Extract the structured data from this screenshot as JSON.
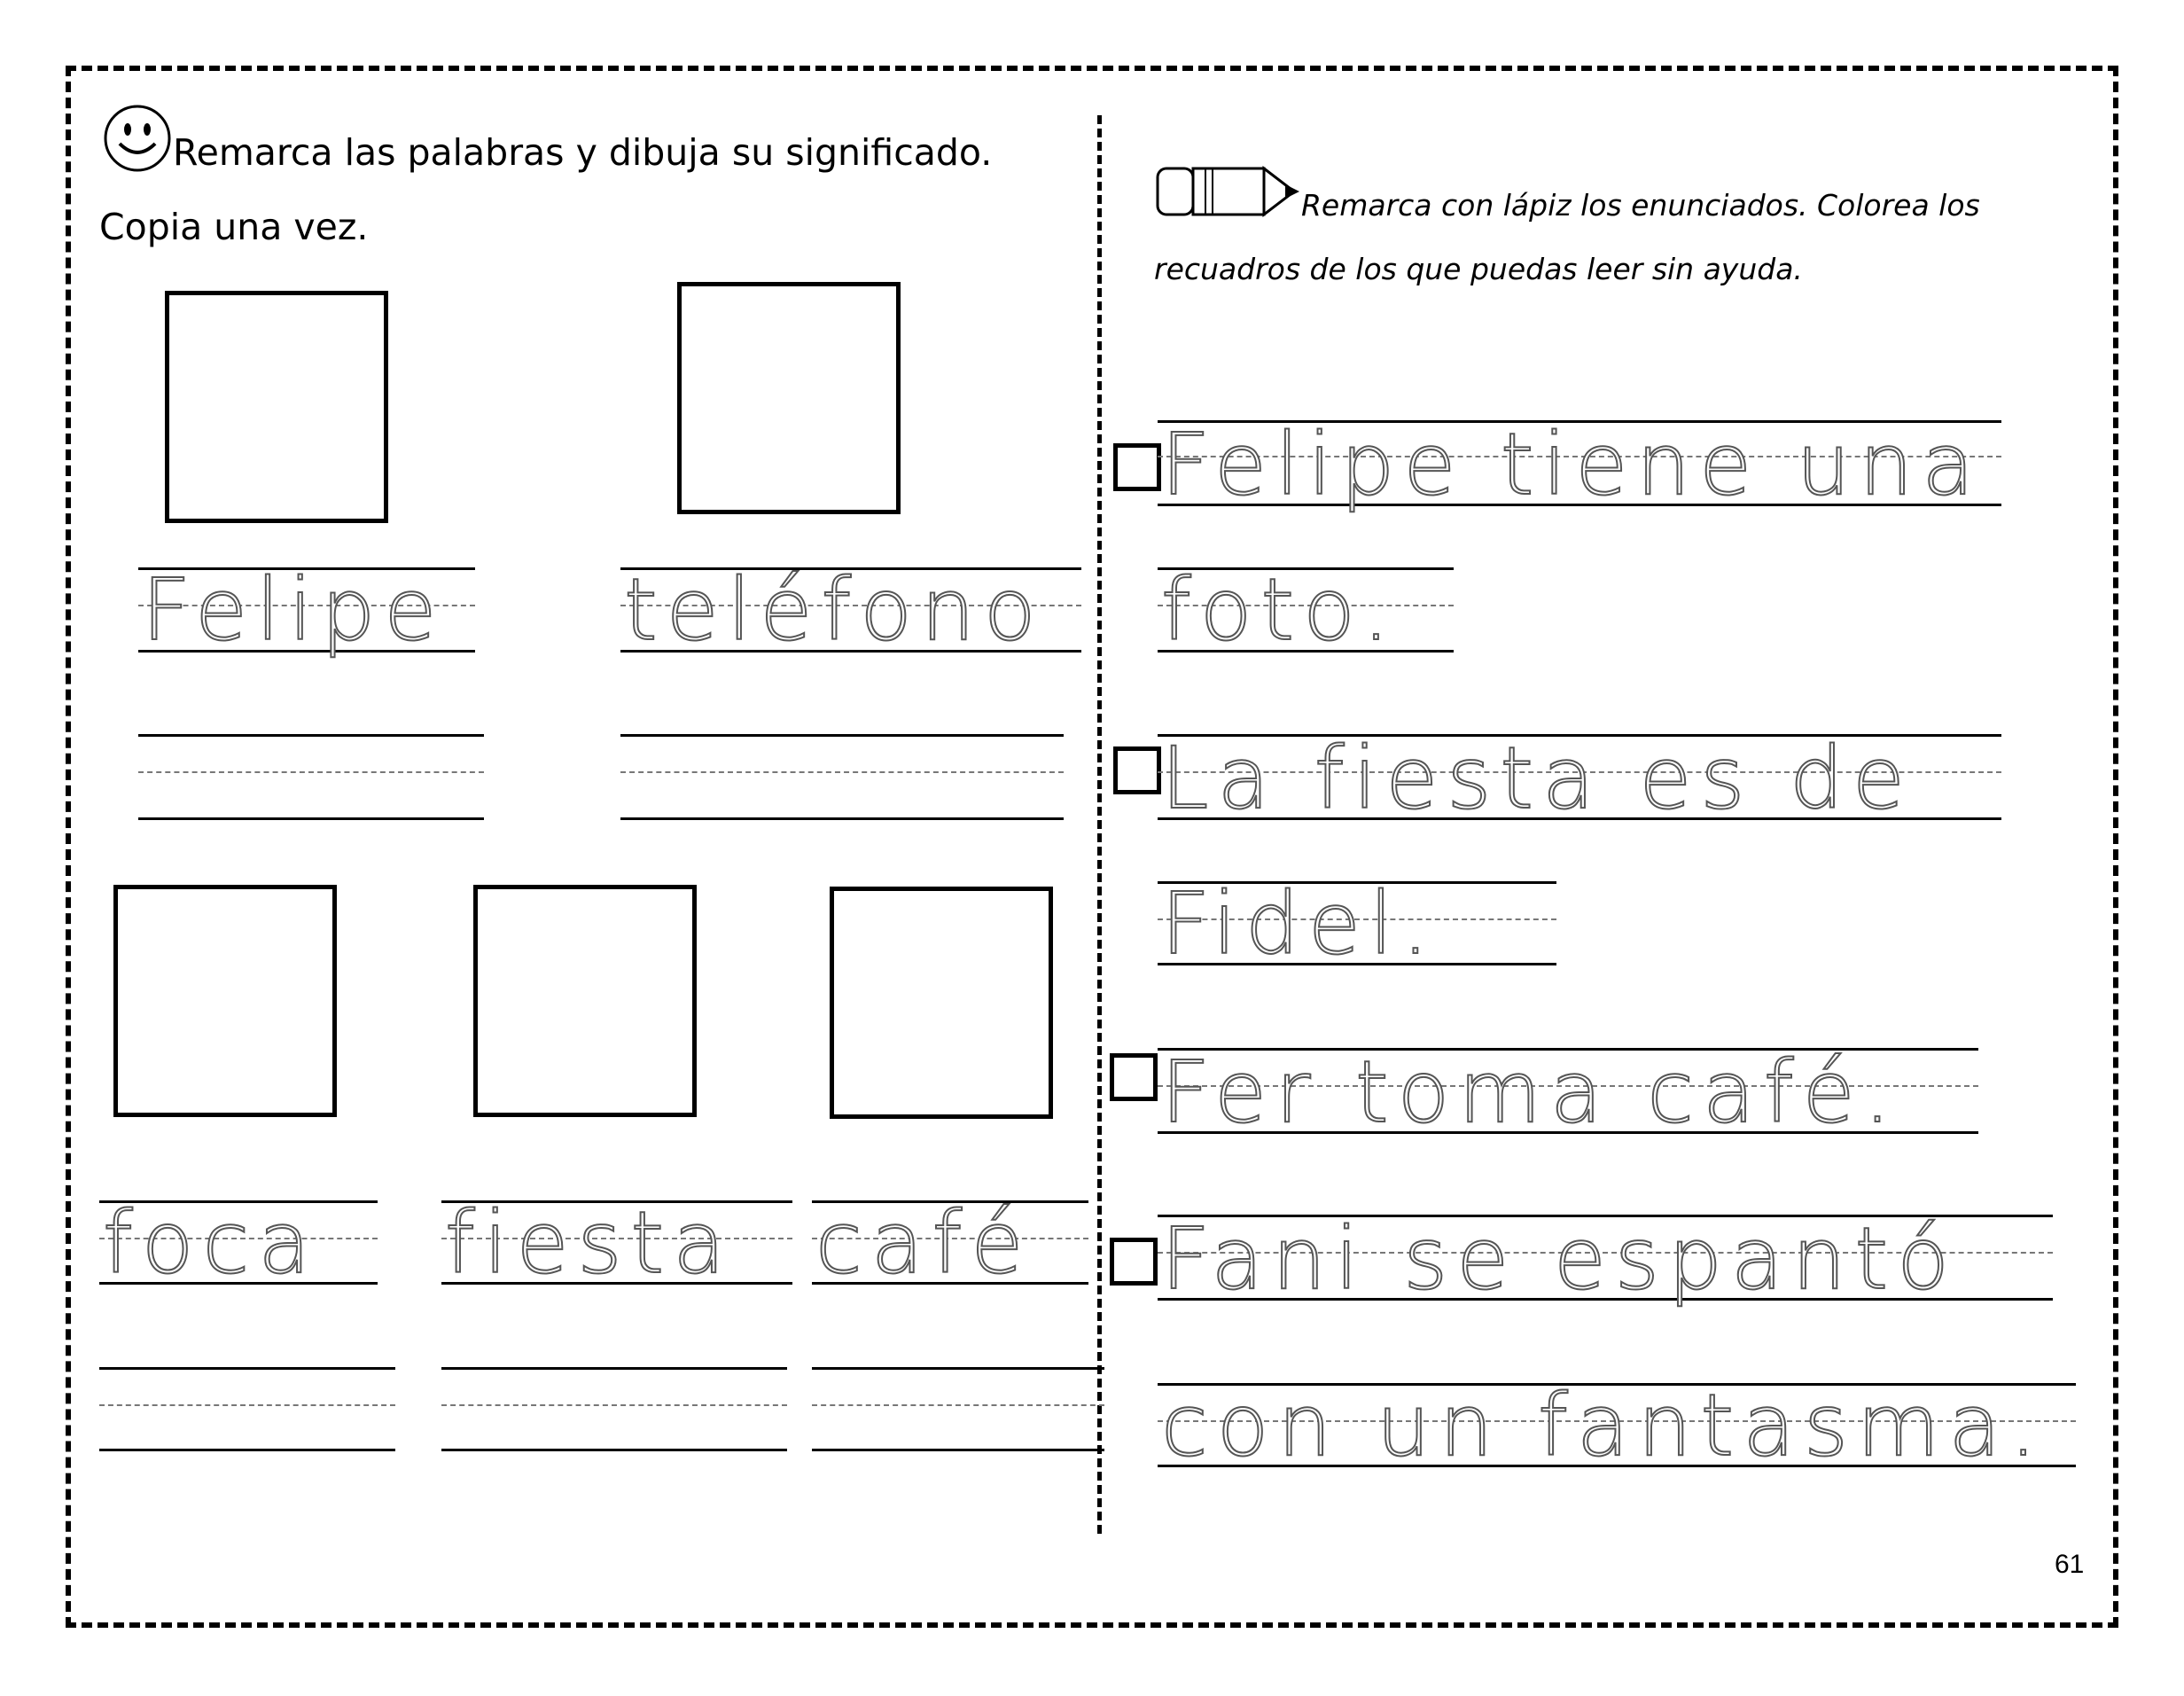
{
  "left": {
    "instruction_line1": "Remarca las palabras y dibuja su significado.",
    "instruction_line2": "Copia una vez.",
    "words": [
      "Felipe",
      "teléfono",
      "foca",
      "fiesta",
      "café"
    ]
  },
  "right": {
    "instruction_line1": "Remarca con lápiz los enunciados. Colorea los",
    "instruction_line2": "recuadros de los que puedas leer sin ayuda.",
    "sentences": [
      {
        "line1": "Felipe tiene una",
        "line2": "foto."
      },
      {
        "line1": "La fiesta es de",
        "line2": "Fidel."
      },
      {
        "line1": "Fer toma café."
      },
      {
        "line1": "Fani se espantó",
        "line2": "con un fantasma."
      }
    ]
  },
  "page_number": "61",
  "icons": {
    "left_header": "smiley-face-icon",
    "right_header": "pencil-icon"
  }
}
